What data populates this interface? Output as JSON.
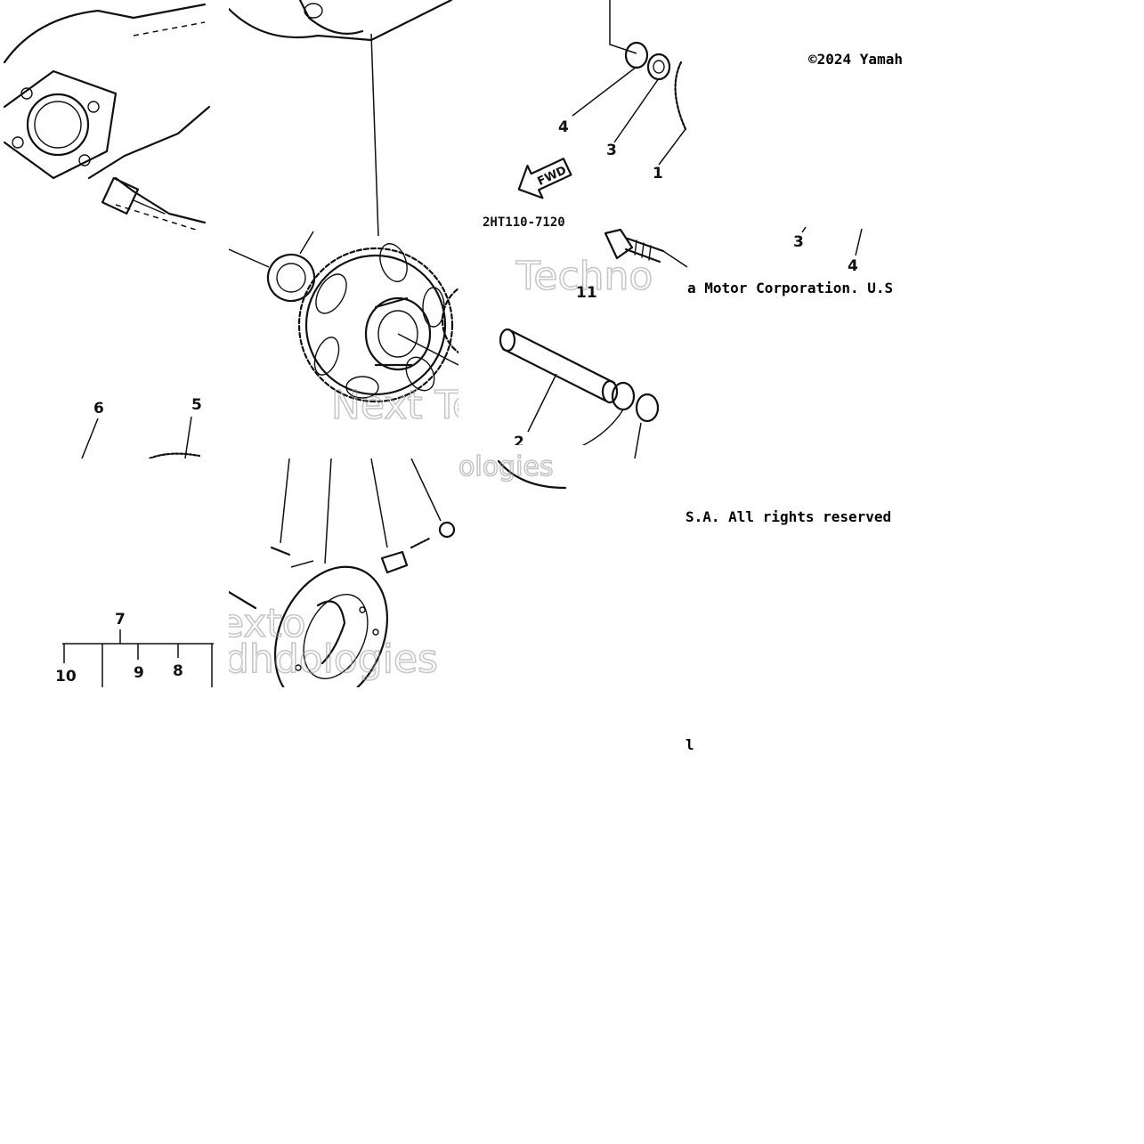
{
  "diagram": {
    "callouts": [
      "1",
      "2",
      "3",
      "4",
      "5",
      "6",
      "7",
      "8",
      "9",
      "10",
      "11"
    ],
    "fwd_label": "FWD",
    "part_code": "2HT110-7120"
  },
  "watermark": {
    "lines": [
      "Techno",
      "Next Te",
      "dhdologies",
      "ologies",
      "exto"
    ]
  },
  "copyright": {
    "line1": "©2024 Yamah",
    "line2": "a Motor Corporation. U.S",
    "line3": "S.A. All rights reserved",
    "line4": "l"
  },
  "legend_fragment": {
    "label_a": "3",
    "label_b": "4"
  }
}
